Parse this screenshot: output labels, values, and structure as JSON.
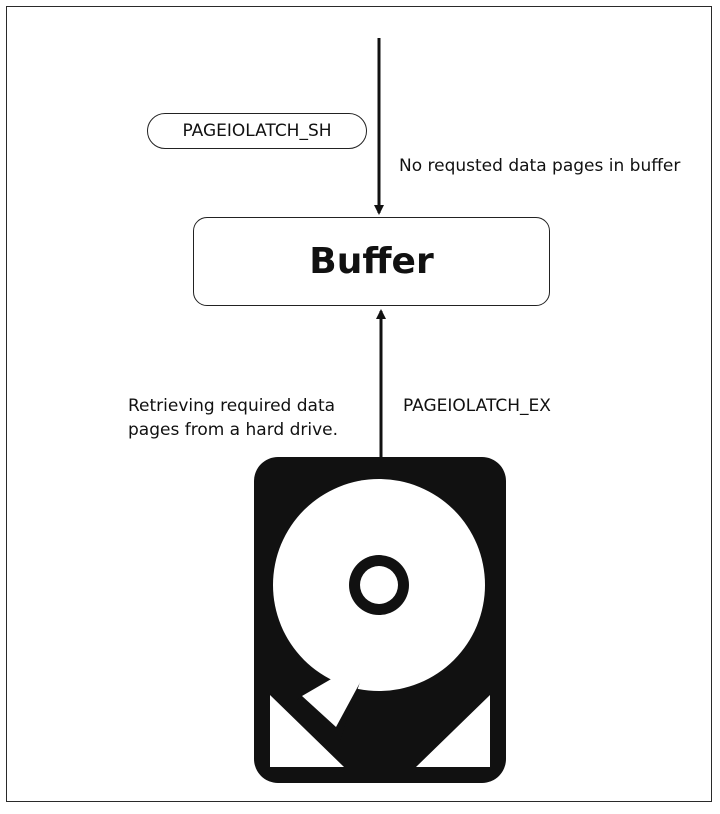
{
  "labels": {
    "sh_latch": "PAGEIOLATCH_SH",
    "no_pages_note": "No requsted data pages in buffer",
    "buffer": "Buffer",
    "retrieving_note_line1": "Retrieving required data",
    "retrieving_note_line2": "pages from a hard drive.",
    "ex_latch": "PAGEIOLATCH_EX"
  },
  "icons": {
    "storage": "hard-drive-icon"
  },
  "colors": {
    "ink": "#111111",
    "background": "#ffffff"
  }
}
